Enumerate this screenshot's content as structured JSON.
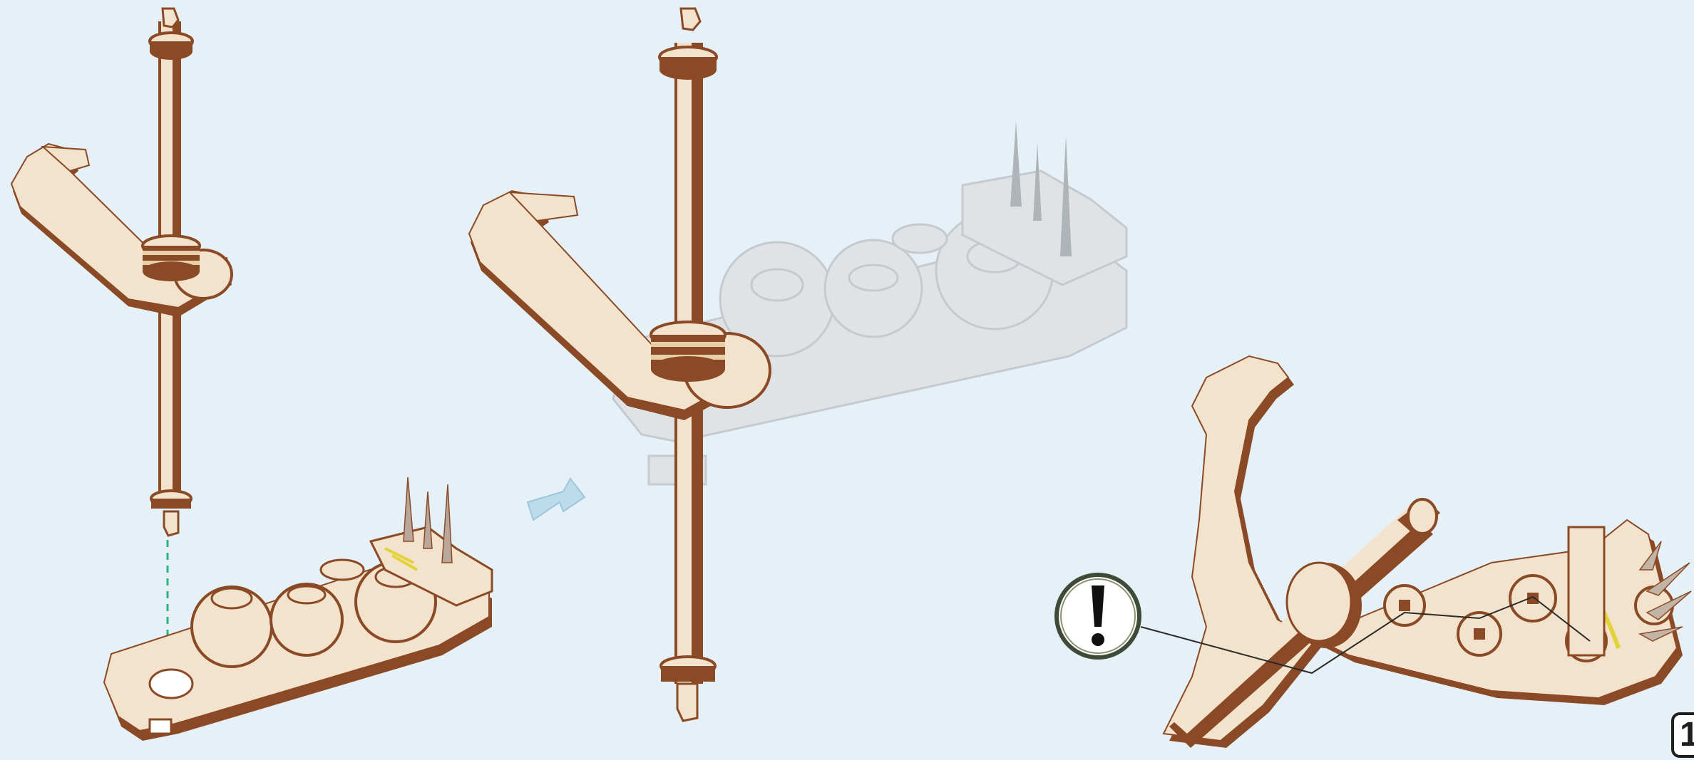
{
  "diagram": {
    "type": "assembly-instruction",
    "step_number": "1",
    "colors": {
      "background": "#e6f1f7",
      "wood_face": "#f3e2cc",
      "wood_edge": "#8a4a26",
      "ghost_part": "#dfe3e6",
      "arrow": "#bcdcec",
      "guide_line": "#2eb37d",
      "warning_ring": "#3f4a38"
    },
    "icons": [
      "direction-arrow-icon",
      "warning-exclamation-icon",
      "dashed-alignment-guide"
    ]
  }
}
